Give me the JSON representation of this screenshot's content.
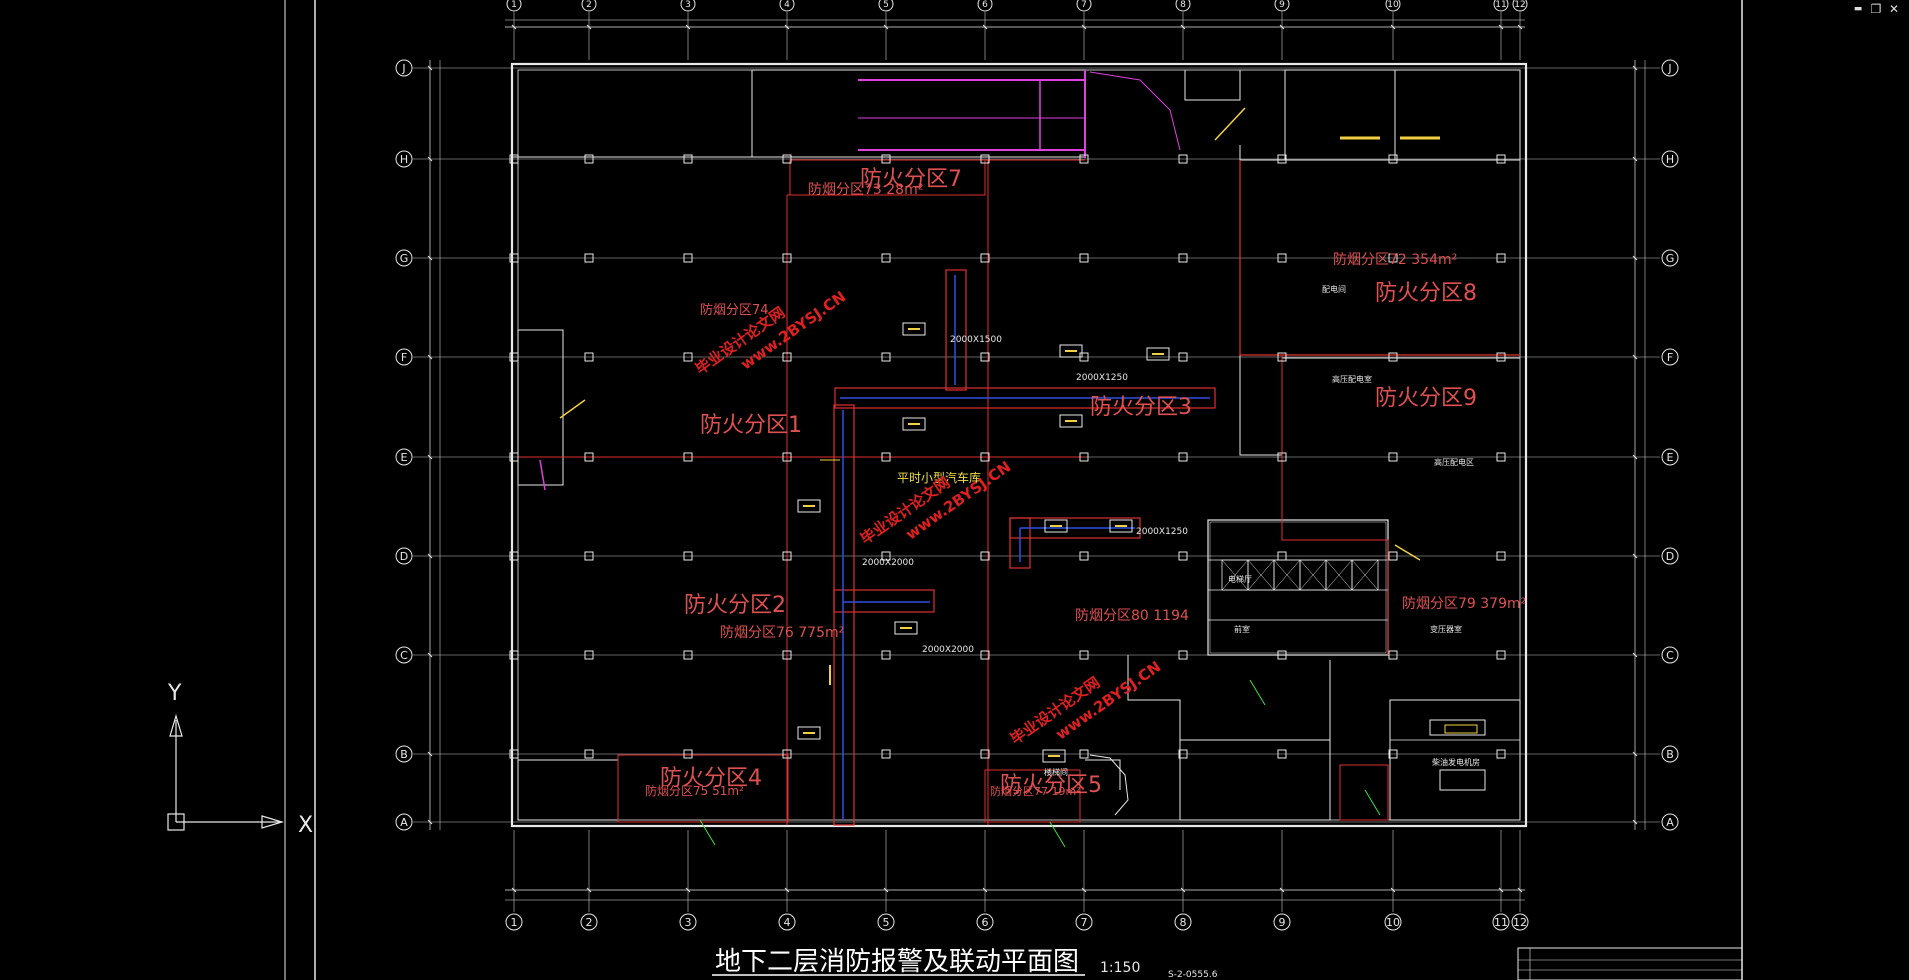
{
  "window_controls": {
    "minimize": "▬",
    "restore": "❐",
    "close": "✕"
  },
  "drawing": {
    "title": "地下二层消防报警及联动平面图",
    "scale": "1:150",
    "sheet_code": "S-2-0555.6",
    "axis_y": "Y",
    "axis_x": "X"
  },
  "column_labels": [
    "1",
    "2",
    "3",
    "4",
    "5",
    "6",
    "7",
    "8",
    "9",
    "10",
    "11",
    "12"
  ],
  "row_labels": [
    "J",
    "H",
    "G",
    "F",
    "E",
    "D",
    "C",
    "B",
    "A"
  ],
  "zones": {
    "fire_zones": [
      "防火分区1",
      "防火分区2",
      "防火分区3",
      "防火分区4",
      "防火分区5",
      "防火分区7",
      "防火分区8",
      "防火分区9"
    ],
    "smoke_zones": [
      "防烟分区74",
      "防烟分区76 775m²",
      "防烟分区72 354m²",
      "防烟分区73 28m²",
      "防烟分区80 1194",
      "防烟分区79 379m²",
      "防烟分区75 51m²",
      "防烟分区77 19m²"
    ]
  },
  "duct_labels": [
    "2000X1500",
    "2000X1250",
    "2000X1250",
    "2000X2000",
    "2000X2000"
  ],
  "room_labels": [
    "平时小型汽车库",
    "配电间",
    "高压配电室",
    "高压配电区",
    "变压器室",
    "柴油发电机房",
    "电梯厅",
    "前室",
    "楼梯间"
  ],
  "watermarks": [
    "毕业设计论文网",
    "www.2BYSJ.CN"
  ],
  "colors": {
    "background": "#000000",
    "wall": "#e8e8e8",
    "grid": "#c8c8c8",
    "fire_zone": "#e03030",
    "zone_text": "#e05050",
    "smoke_text": "#f0d040",
    "duct_blue": "#3050e0",
    "magenta": "#e040e0",
    "watermark": "#e02020",
    "dimension": "#40e040"
  }
}
